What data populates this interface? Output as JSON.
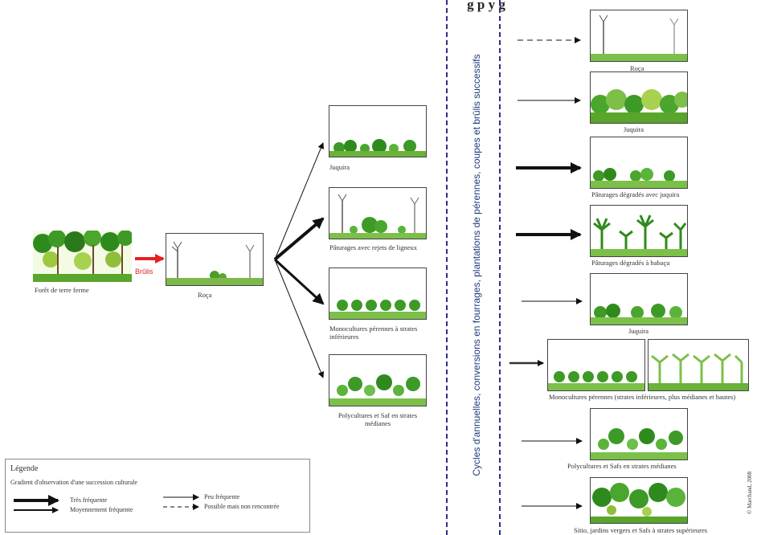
{
  "title": "g                p y g",
  "vertical_label": "Cycles d'annuelles, conversions en fourrages, plantations de pérennes, coupes et brûlis successifs",
  "brulis_label": "Brûlis",
  "copyright": "© Marchand, 2008",
  "left": {
    "forest_caption": "Forêt de terre ferme",
    "roca_caption": "Roça"
  },
  "middle": [
    {
      "caption": "Juquira"
    },
    {
      "caption": "Pâturages avec rejets de ligneux"
    },
    {
      "caption": "Monocultures pérennes à strates inférieures"
    },
    {
      "caption": "Polycultures et Saf en strates médianes"
    }
  ],
  "right": [
    {
      "caption": "Roça"
    },
    {
      "caption": "Juquira"
    },
    {
      "caption": "Pâturages dégradés avec juquira"
    },
    {
      "caption": "Pâturages dégradés à babaçu"
    },
    {
      "caption": "Juquira"
    },
    {
      "caption": "Monocultures pérennes (strates inférieures, plus médianes et hautes)"
    },
    {
      "caption": "Polycultures et Safs en strates médianes"
    },
    {
      "caption": "Sítio, jardins vergers et Safs à strates supérieures"
    }
  ],
  "legend": {
    "title": "Légende",
    "subtitle": "Gradient d'observation d'une succession culturale",
    "very_frequent": "Très fréquente",
    "medium_frequent": "Moyennement fréquente",
    "low_frequent": "Peu fréquente",
    "possible": "Possible mais non rencontrée"
  }
}
